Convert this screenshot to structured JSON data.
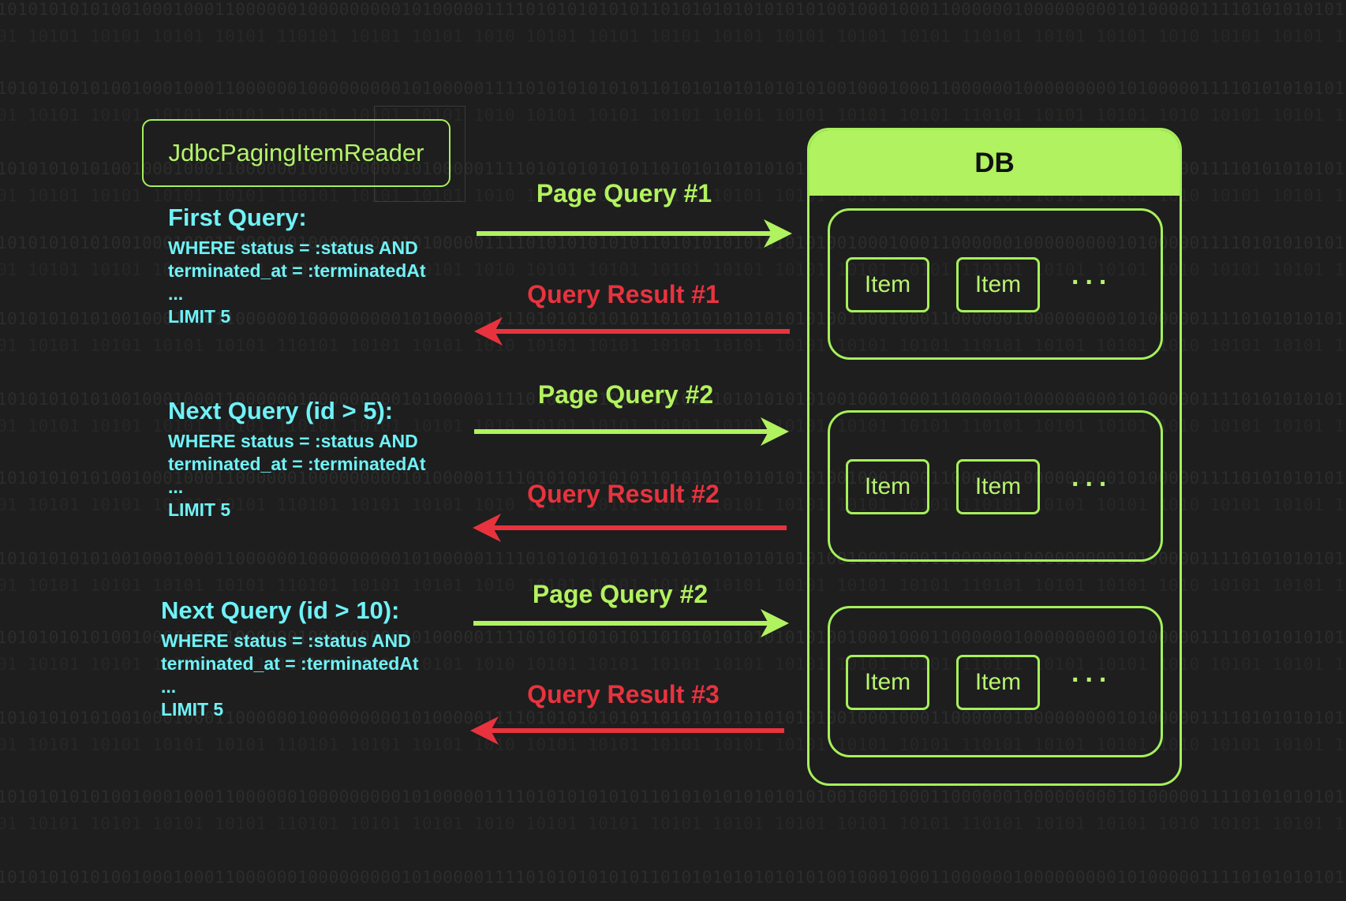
{
  "background_pattern": {
    "binary_row": "101010101010010001000110000001000000000101000001111010101010101101010101010101010010001000110000001000000000101000001111010101010101",
    "spaced_row": "01 10101 10101 10101 10101 110101 10101 10101 1010 10101 10101 10101 10101 10101 10101 10101 110101 10101 10101 1010 10101 10101 10101"
  },
  "reader": {
    "label": "JdbcPagingItemReader"
  },
  "queries": [
    {
      "title": "First Query:",
      "lines": [
        "WHERE status = :status AND",
        "terminated_at = :terminatedAt",
        "...",
        "LIMIT 5"
      ]
    },
    {
      "title": "Next Query (id > 5):",
      "lines": [
        "WHERE status = :status AND",
        "terminated_at = :terminatedAt",
        "...",
        "LIMIT 5"
      ]
    },
    {
      "title": "Next Query (id > 10):",
      "lines": [
        "WHERE status = :status AND",
        "terminated_at = :terminatedAt",
        "...",
        "LIMIT 5"
      ]
    }
  ],
  "arrows": [
    {
      "label": "Page Query #1",
      "direction": "to-db",
      "color": "#b0f25f"
    },
    {
      "label": "Query Result #1",
      "direction": "to-reader",
      "color": "#e8333e"
    },
    {
      "label": "Page Query #2",
      "direction": "to-db",
      "color": "#b0f25f"
    },
    {
      "label": "Query Result #2",
      "direction": "to-reader",
      "color": "#e8333e"
    },
    {
      "label": "Page Query #2",
      "direction": "to-db",
      "color": "#b0f25f"
    },
    {
      "label": "Query Result #3",
      "direction": "to-reader",
      "color": "#e8333e"
    }
  ],
  "db": {
    "title": "DB",
    "pages": [
      {
        "items": [
          "Item",
          "Item"
        ],
        "more": "..."
      },
      {
        "items": [
          "Item",
          "Item"
        ],
        "more": "..."
      },
      {
        "items": [
          "Item",
          "Item"
        ],
        "more": "..."
      }
    ]
  },
  "colors": {
    "background": "#1e1e1e",
    "accent_green": "#b0f25f",
    "query_text_cyan": "#6ff2f7",
    "result_red": "#e8333e"
  }
}
